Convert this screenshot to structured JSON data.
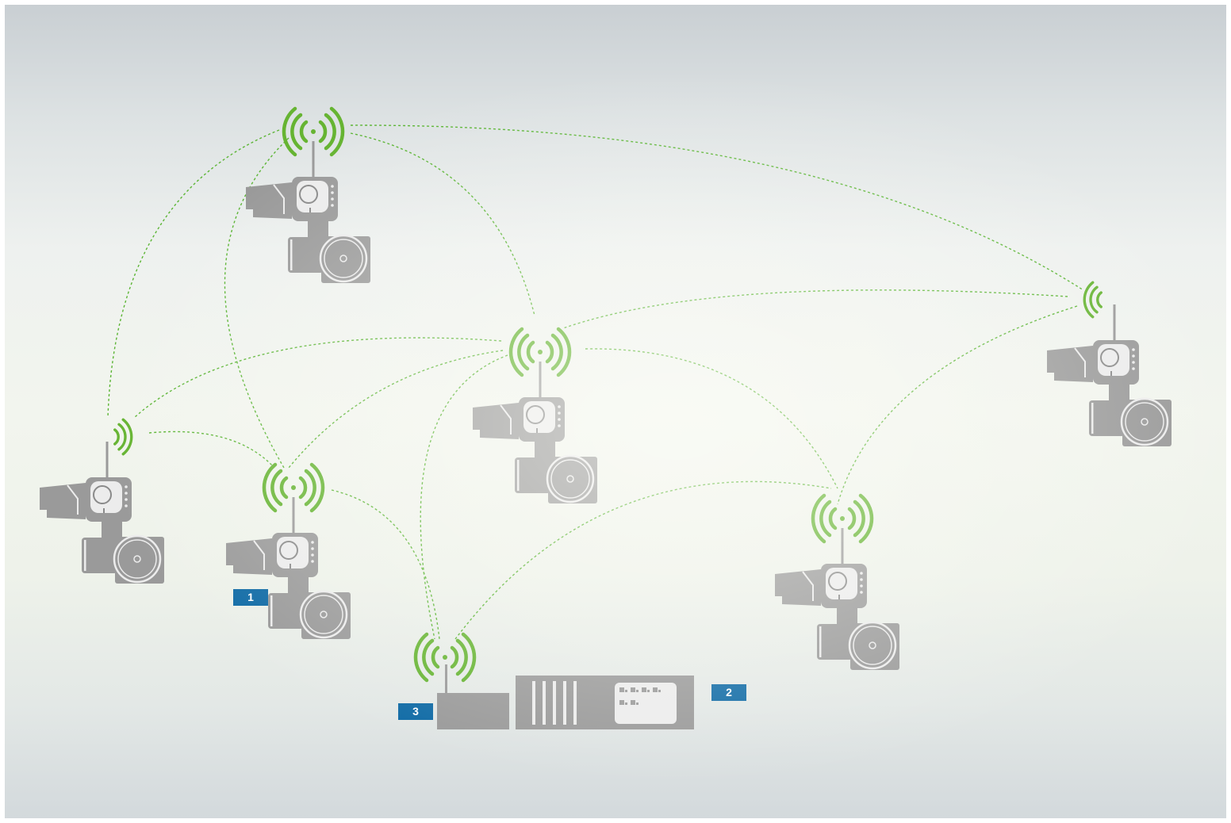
{
  "colors": {
    "signal": "#66b432",
    "link": "#5cb535",
    "device": "#9a9a9a",
    "device_face": "#ececec",
    "badge": "#0f6aa5"
  },
  "icons": {
    "wireless": "wifi-signal-icon",
    "camera": "ptz-camera-icon",
    "gateway": "gateway-device-icon",
    "server": "server-rack-icon"
  },
  "labels": {
    "badge_1": "1",
    "badge_2": "2",
    "badge_3": "3"
  },
  "nodes": [
    {
      "id": "camera-top-left",
      "kind": "camera"
    },
    {
      "id": "camera-center",
      "kind": "camera"
    },
    {
      "id": "camera-far-right",
      "kind": "camera"
    },
    {
      "id": "camera-left",
      "kind": "camera"
    },
    {
      "id": "camera-labeled-1",
      "kind": "camera"
    },
    {
      "id": "camera-right",
      "kind": "camera"
    },
    {
      "id": "gateway-3",
      "kind": "gateway"
    },
    {
      "id": "server-2",
      "kind": "server"
    }
  ],
  "links": [
    [
      "camera-top-left",
      "camera-left"
    ],
    [
      "camera-top-left",
      "camera-labeled-1"
    ],
    [
      "camera-top-left",
      "camera-center"
    ],
    [
      "camera-top-left",
      "camera-far-right"
    ],
    [
      "camera-far-right",
      "camera-center"
    ],
    [
      "camera-far-right",
      "camera-right"
    ],
    [
      "camera-center",
      "camera-left"
    ],
    [
      "camera-center",
      "camera-labeled-1"
    ],
    [
      "camera-center",
      "gateway-3"
    ],
    [
      "camera-center",
      "camera-right"
    ],
    [
      "camera-left",
      "camera-labeled-1"
    ],
    [
      "camera-labeled-1",
      "gateway-3"
    ],
    [
      "gateway-3",
      "camera-right"
    ]
  ]
}
